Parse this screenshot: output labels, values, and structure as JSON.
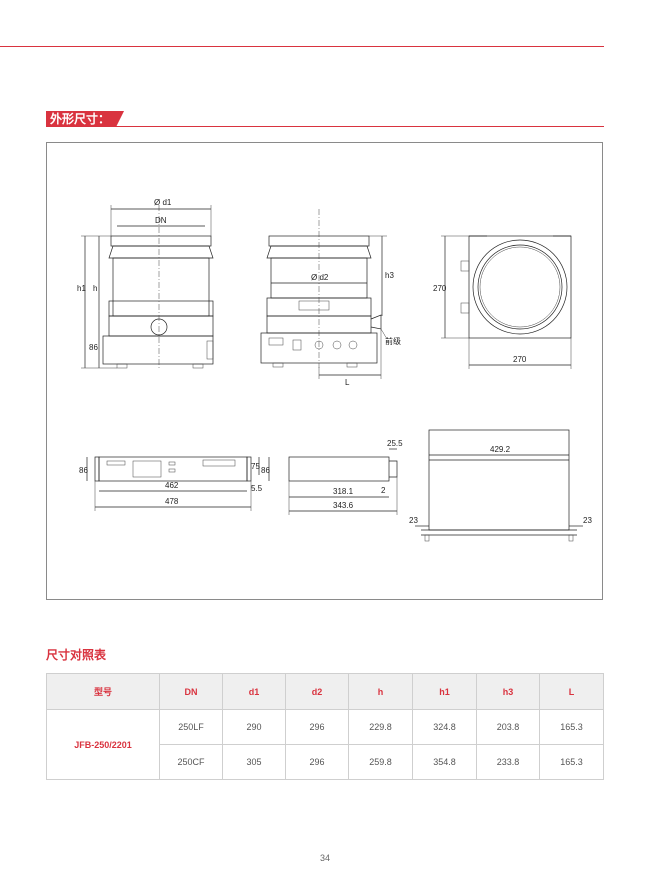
{
  "section": {
    "label": "外形尺寸："
  },
  "drawing": {
    "dims": {
      "d1": "Ø d1",
      "dn": "DN",
      "h1": "h1",
      "h": "h",
      "eighty_six": "86",
      "d2": "Ø d2",
      "h3": "h3",
      "l": "L",
      "foreline": "前级",
      "side270": "270",
      "bottom270": "270",
      "ctrl_86": "86",
      "ctrl_462": "462",
      "ctrl_478": "478",
      "side_75": "75",
      "side_86": "86",
      "side_55": "5.5",
      "side_25": "25.5",
      "side_2": "2",
      "side_3181": "318.1",
      "side_3436": "343.6",
      "top_4292": "429.2",
      "top_23a": "23",
      "top_23b": "23"
    }
  },
  "table": {
    "title": "尺寸对照表",
    "headers": [
      "型号",
      "DN",
      "d1",
      "d2",
      "h",
      "h1",
      "h3",
      "L"
    ],
    "model": "JFB-250/2201",
    "rows": [
      [
        "250LF",
        "290",
        "296",
        "229.8",
        "324.8",
        "203.8",
        "165.3"
      ],
      [
        "250CF",
        "305",
        "296",
        "259.8",
        "354.8",
        "233.8",
        "165.3"
      ]
    ]
  },
  "page_number": "34"
}
